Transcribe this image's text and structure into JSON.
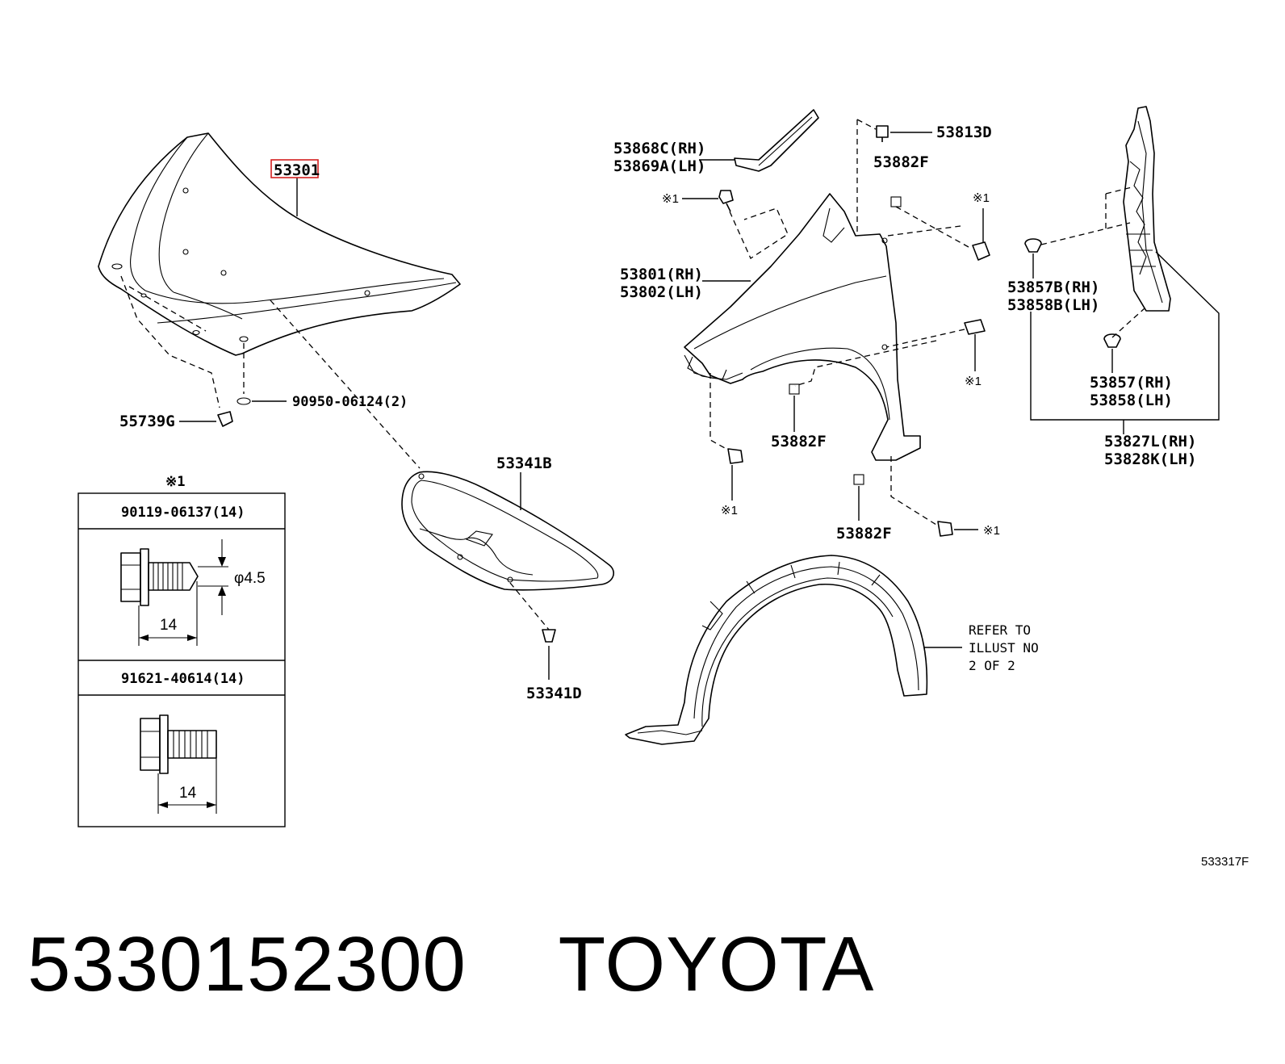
{
  "diagram": {
    "code": "533317F",
    "callouts": {
      "hood": "53301",
      "hood_cushion": "90950-06124(2)",
      "hood_stopper": "55739G",
      "insulator": "53341B",
      "insulator_clip": "53341D",
      "seal_rh": "53868C(RH)",
      "seal_lh": "53869A(LH)",
      "fender_rh": "53801(RH)",
      "fender_lh": "53802(LH)",
      "clip_top": "53813D",
      "nut_a": "53882F",
      "nut_b": "53882F",
      "nut_c": "53882F",
      "protector_clip_b_rh": "53857B(RH)",
      "protector_clip_b_lh": "53858B(LH)",
      "protector_clip_rh": "53857(RH)",
      "protector_clip_lh": "53858(LH)",
      "protector_rh": "53827L(RH)",
      "protector_lh": "53828K(LH)"
    },
    "mark": "※1",
    "refer_note": [
      "REFER TO",
      "ILLUST NO",
      "2 OF 2"
    ],
    "fastener_table": {
      "title": "※1",
      "row1_part": "90119-06137(14)",
      "row1_dia": "φ4.5",
      "row1_len": "14",
      "row2_part": "91621-40614(14)",
      "row2_len": "14"
    }
  },
  "footer": {
    "part_number": "5330152300",
    "brand": "TOYOTA"
  }
}
